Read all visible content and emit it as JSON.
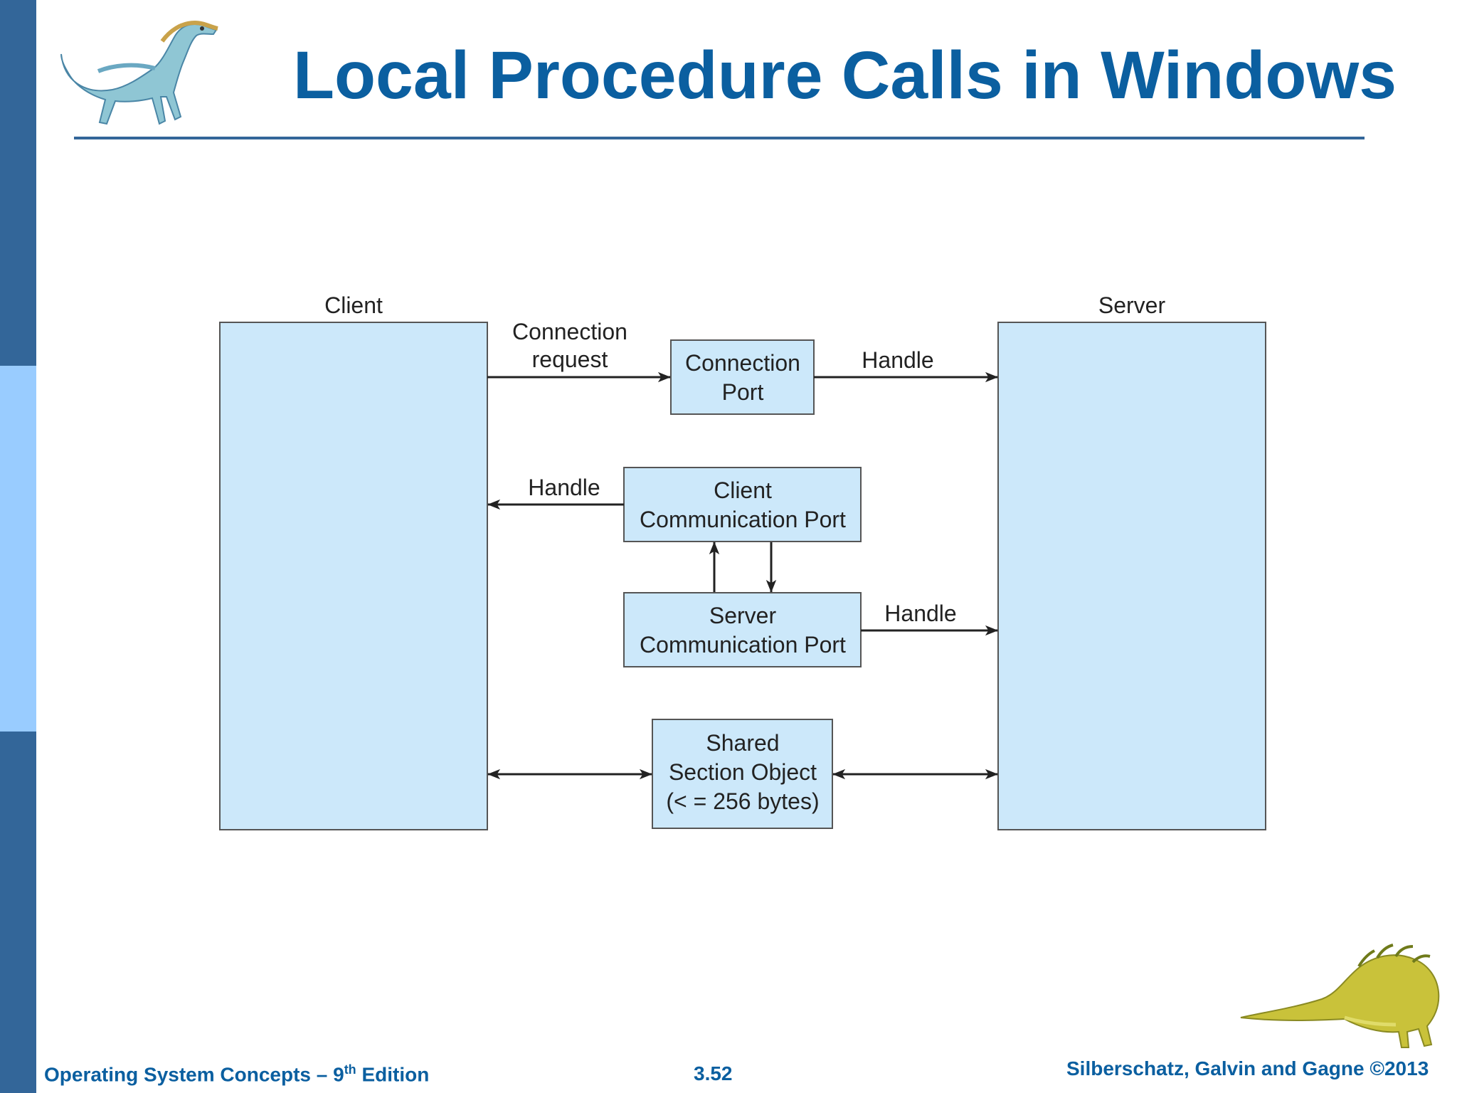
{
  "slide": {
    "title": "Local Procedure Calls in Windows"
  },
  "diagram": {
    "client_label": "Client",
    "server_label": "Server",
    "connection_request": [
      "Connection",
      "request"
    ],
    "connection_port": [
      "Connection",
      "Port"
    ],
    "handle_to_server_top": "Handle",
    "handle_to_client": "Handle",
    "client_comm_port": [
      "Client",
      "Communication Port"
    ],
    "server_comm_port": [
      "Server",
      "Communication Port"
    ],
    "handle_to_server_mid": "Handle",
    "shared_section": [
      "Shared",
      "Section Object",
      "(< = 256 bytes)"
    ]
  },
  "footer": {
    "book": "Operating System Concepts – 9",
    "superscript": "th",
    "edition": " Edition",
    "page": "3.52",
    "authors": "Silberschatz, Galvin and Gagne ©2013"
  },
  "colors": {
    "dark_blue_bar": "#336699",
    "light_blue_bar": "#99ccff",
    "title": "#0b5fa0",
    "box_fill": "#cce8fa"
  },
  "icons": [
    "dinosaur-icon-top-left",
    "dinosaur-icon-bottom-right"
  ]
}
